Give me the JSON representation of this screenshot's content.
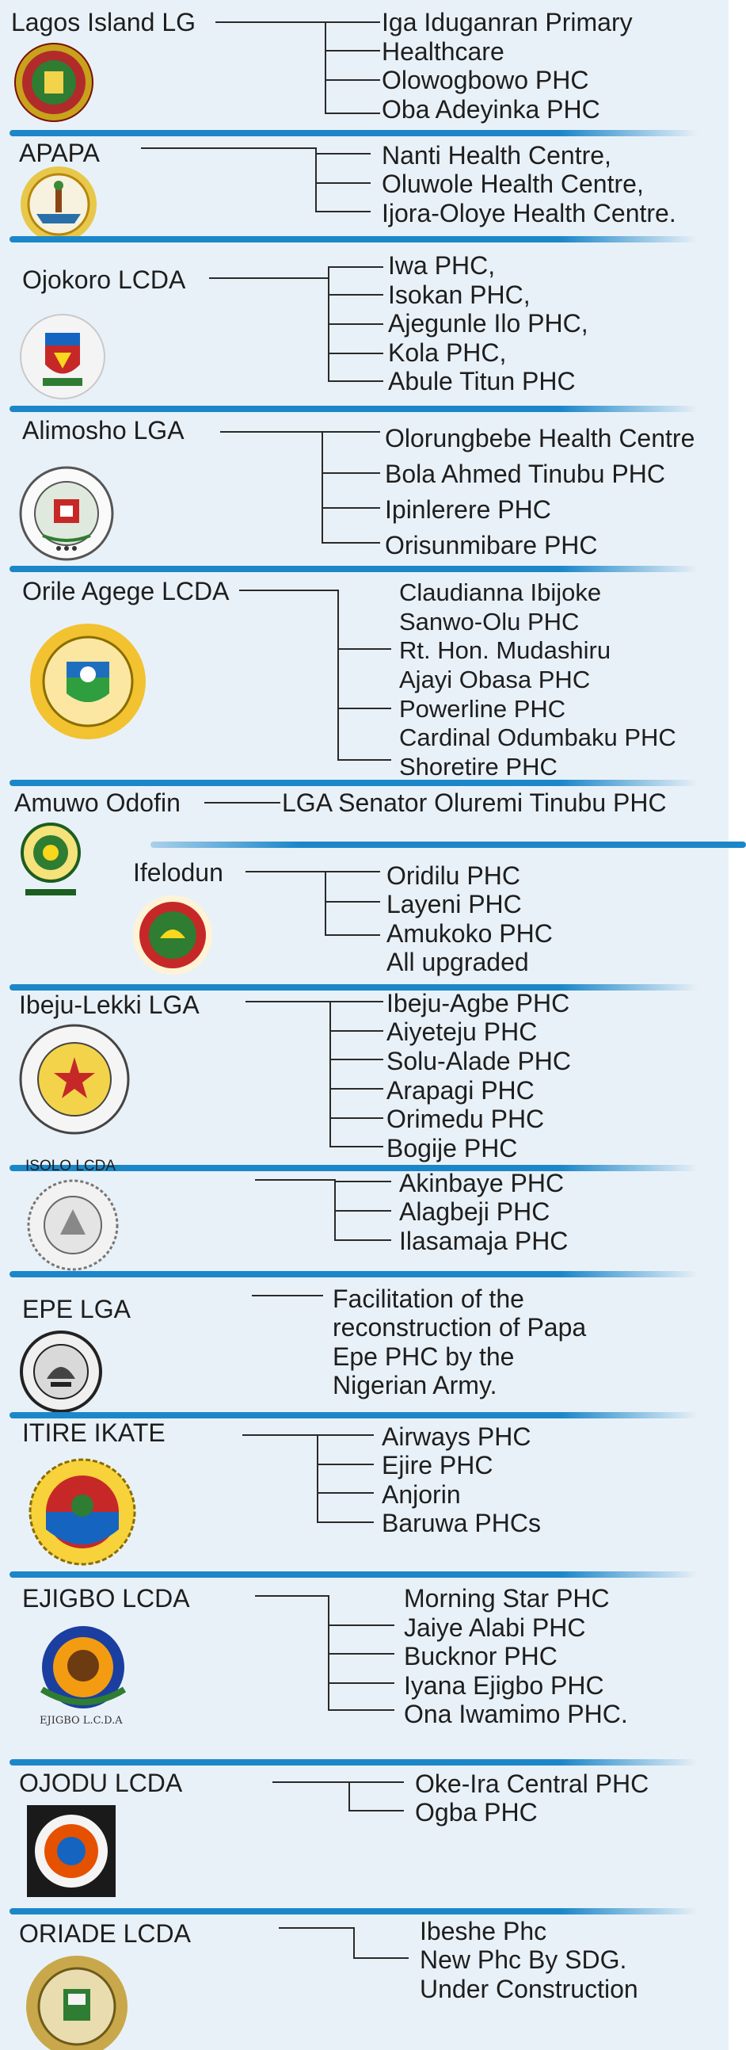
{
  "sections": [
    {
      "id": "lagos-island",
      "name": "Lagos Island LG",
      "items": [
        "Iga Iduganran Primary",
        "Healthcare",
        "Olowogbowo PHC",
        "Oba Adeyinka PHC"
      ],
      "logo_icon": "lagos-island-lg-seal-icon"
    },
    {
      "id": "apapa",
      "name": "APAPA",
      "items": [
        "Nanti Health Centre,",
        "Oluwole Health Centre,",
        "Ijora-Oloye Health Centre."
      ],
      "logo_icon": "apapa-lg-seal-icon"
    },
    {
      "id": "ojokoro",
      "name": "Ojokoro LCDA",
      "items": [
        "Iwa PHC,",
        "Isokan PHC,",
        "Ajegunle Ilo PHC,",
        "Kola PHC,",
        "Abule Titun PHC"
      ],
      "logo_icon": "ojokoro-lcda-crest-icon"
    },
    {
      "id": "alimosho",
      "name": "Alimosho LGA",
      "items": [
        "Olorungbebe Health Centre",
        "Bola Ahmed Tinubu PHC",
        "Ipinlerere PHC",
        "Orisunmibare PHC"
      ],
      "logo_icon": "alimosho-lga-seal-icon"
    },
    {
      "id": "orile-agege",
      "name": "Orile Agege LCDA",
      "items": [
        "Claudianna Ibijoke",
        "Sanwo-Olu PHC",
        "Rt. Hon. Mudashiru",
        "Ajayi Obasa PHC",
        "Powerline PHC",
        "Cardinal Odumbaku PHC",
        "Shoretire PHC"
      ],
      "logo_icon": "orile-agege-lcda-seal-icon"
    },
    {
      "id": "amuwo-odofin",
      "name": "Amuwo Odofin",
      "items": [
        "LGA Senator Oluremi Tinubu PHC"
      ],
      "logo_icon": "amuwo-odofin-lga-seal-icon"
    },
    {
      "id": "ifelodun",
      "name": "Ifelodun",
      "items": [
        "Oridilu PHC",
        "Layeni PHC",
        "Amukoko PHC",
        "All upgraded"
      ],
      "logo_icon": "ifelodun-lcda-seal-icon"
    },
    {
      "id": "ibeju-lekki",
      "name": "Ibeju-Lekki LGA",
      "items": [
        "Ibeju-Agbe PHC",
        "Aiyeteju PHC",
        "Solu-Alade PHC",
        "Arapagi PHC",
        "Orimedu PHC",
        "Bogije PHC"
      ],
      "logo_icon": "ibeju-lekki-lga-seal-icon"
    },
    {
      "id": "isolo",
      "name": "ISOLO LCDA",
      "items": [
        "Akinbaye PHC",
        "Alagbeji PHC",
        "Ilasamaja PHC"
      ],
      "logo_icon": "isolo-lcda-seal-icon"
    },
    {
      "id": "epe",
      "name": "EPE LGA",
      "items": [
        "Facilitation of  the",
        "reconstruction of Papa",
        "Epe PHC by the",
        "Nigerian Army."
      ],
      "logo_icon": "epe-lga-seal-icon"
    },
    {
      "id": "itire-ikate",
      "name": "ITIRE IKATE",
      "items": [
        "Airways PHC",
        "Ejire PHC",
        "Anjorin",
        "Baruwa PHCs"
      ],
      "logo_icon": "itire-ikate-lcda-seal-icon"
    },
    {
      "id": "ejigbo",
      "name": "EJIGBO LCDA",
      "items": [
        "Morning Star PHC",
        "Jaiye Alabi PHC",
        "Bucknor PHC",
        "Iyana Ejigbo PHC",
        "Ona Iwamimo PHC."
      ],
      "logo_icon": "ejigbo-lcda-seal-icon",
      "logo_caption": "EJIGBO L.C.D.A"
    },
    {
      "id": "ojodu",
      "name": "OJODU LCDA",
      "items": [
        "Oke-Ira Central PHC",
        "Ogba PHC"
      ],
      "logo_icon": "ojodu-lcda-seal-icon"
    },
    {
      "id": "oriade",
      "name": "ORIADE LCDA",
      "items": [
        "Ibeshe Phc",
        "New Phc By SDG.",
        "Under Construction"
      ],
      "logo_icon": "oriade-lcda-seal-icon"
    }
  ],
  "colors": {
    "background": "#e9f1f8",
    "separator": "#1b87c9",
    "text": "#1e1e1e",
    "line": "#2a2a2a"
  }
}
